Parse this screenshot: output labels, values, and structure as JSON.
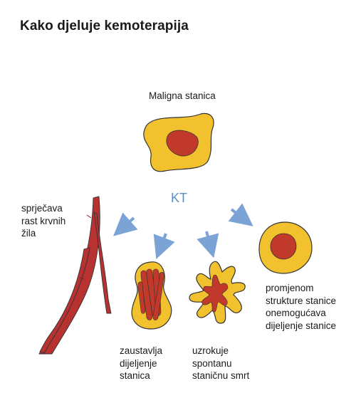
{
  "title": "Kako djeluje kemoterapija",
  "labels": {
    "malignant_cell": "Maligna stanica",
    "kt": "KT",
    "vessels": "sprječava\nrast krvnih\nžila",
    "stops_division": "zaustavlja\ndijeljenje\nstanica",
    "cell_death": "uzrokuje\nspontanu\nstaničnu smrt",
    "structure_change": "promjenom\nstrukture stanice\nonemogućava\ndijeljenje stanice"
  },
  "colors": {
    "cell_fill": "#F2C12E",
    "cell_outline": "#333333",
    "nucleus": "#C0392B",
    "arrow": "#7BA3D6",
    "vessel": "#B83232",
    "kt_text": "#5B8DC9"
  }
}
